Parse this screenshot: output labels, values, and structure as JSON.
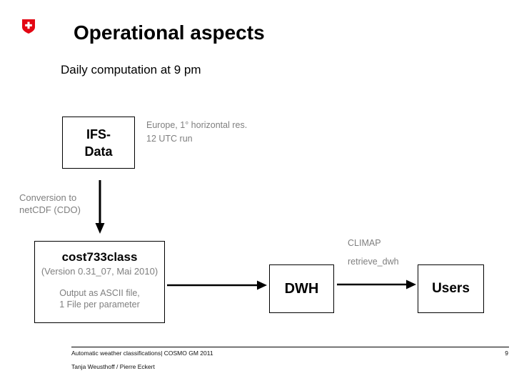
{
  "slide": {
    "title": "Operational aspects",
    "subtitle": "Daily computation at 9 pm"
  },
  "diagram": {
    "ifs_box": {
      "line1": "IFS-",
      "line2": "Data"
    },
    "ifs_note_line1": "Europe, 1° horizontal res.",
    "ifs_note_line2": "12 UTC run",
    "conversion_line1": "Conversion to",
    "conversion_line2": "netCDF (CDO)",
    "cost_box": {
      "title": "cost733class",
      "version": "(Version 0.31_07, Mai 2010)",
      "output_line1": "Output as ASCII file,",
      "output_line2": "1 File per parameter"
    },
    "climap_label": "CLIMAP",
    "retrieve_label": "retrieve_dwh",
    "dwh_box_label": "DWH",
    "users_box_label": "Users"
  },
  "footer": {
    "left_line1": "Automatic weather classifications| COSMO GM 2011",
    "left_line2": "Tanja Weusthoff / Pierre Eckert",
    "page_number": "9"
  },
  "colors": {
    "swiss_red": "#e30613",
    "gray_text": "#7f7f7f",
    "arrow_black": "#000000"
  },
  "icons": {
    "logo": "swiss-coat-of-arms-icon"
  }
}
